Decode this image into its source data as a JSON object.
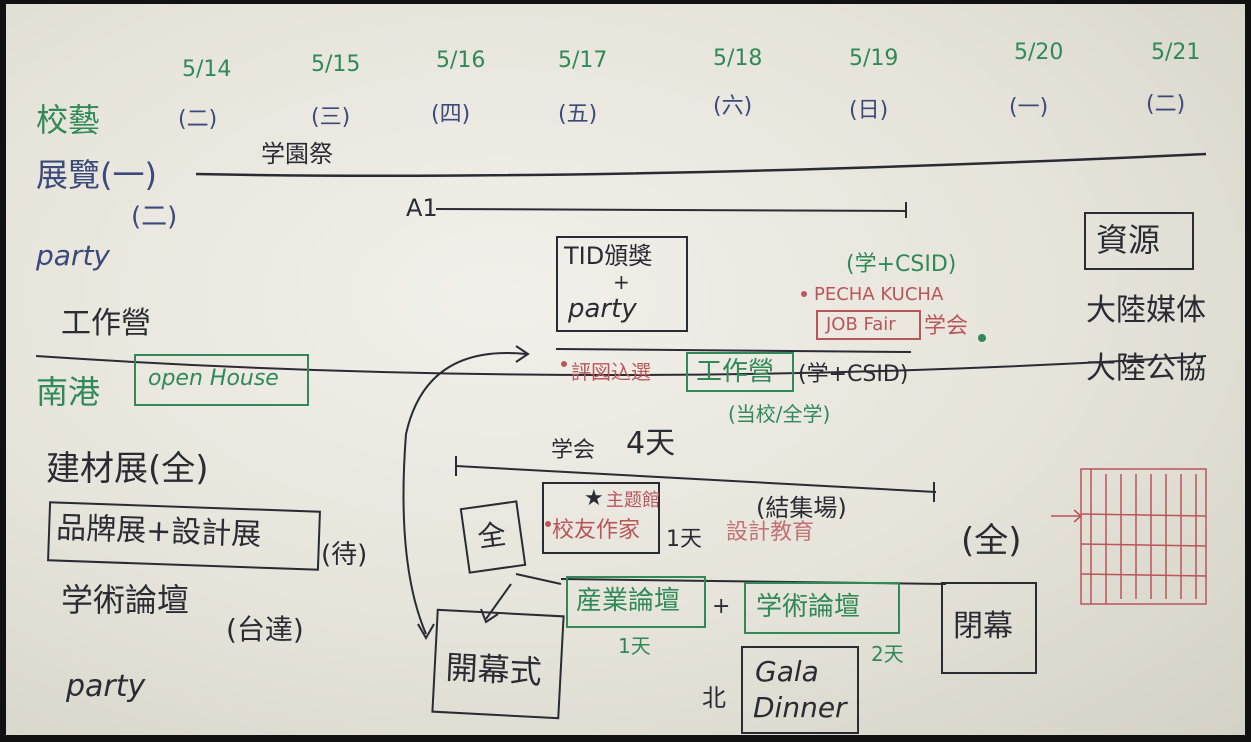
{
  "dates": [
    {
      "date": "5/14",
      "day": "(二)"
    },
    {
      "date": "5/15",
      "day": "(三)"
    },
    {
      "date": "5/16",
      "day": "(四)"
    },
    {
      "date": "5/17",
      "day": "(五)"
    },
    {
      "date": "5/18",
      "day": "(六)"
    },
    {
      "date": "5/19",
      "day": "(日)"
    },
    {
      "date": "5/20",
      "day": "(一)"
    },
    {
      "date": "5/21",
      "day": "(二)"
    }
  ],
  "left_labels": {
    "xiaoyi": "校藝",
    "exhibit1": "展覽(一)",
    "exhibit2": "(二)",
    "party": "party",
    "workshop": "工作營",
    "nangang": "南港",
    "jiancai": "建材展(全)",
    "brand": "品牌展+設計展",
    "brand_note": "(待)",
    "forum": "学術論壇",
    "forum_note": "(台達)",
    "party2": "party"
  },
  "timeline": {
    "campus_fest": "学園祭",
    "a1": "A1"
  },
  "tid": {
    "title": "TID頒獎",
    "plus": "+",
    "party": "party"
  },
  "right_note": {
    "xue_csid": "(学+CSID)",
    "pecha": "PECHA KUCHA",
    "jobfair": "JOB Fair",
    "xuehui": "学会"
  },
  "resources": {
    "title": "資源",
    "item1": "大陸媒体",
    "item2": "大陸公協"
  },
  "open_house": "open House",
  "workshop_box": {
    "pre": "評図込選",
    "title": "工作營",
    "note1": "(学+CSID)",
    "note2": "(当校/全学)"
  },
  "forum_area": {
    "xueyuan": "学会",
    "days": "4天",
    "mainhall": "主题館",
    "longtable": "校友作家",
    "one_day": "1天",
    "red_note": "設計教育",
    "venue": "(結集場)",
    "full1": "全",
    "full2": "(全)",
    "industry": "産業論壇",
    "academic": "学術論壇",
    "days1": "1天",
    "days2": "2天",
    "plus": "+",
    "closing": "閉幕",
    "opening": "開幕式",
    "gala1": "Gala",
    "gala2": "Dinner",
    "north": "北"
  }
}
